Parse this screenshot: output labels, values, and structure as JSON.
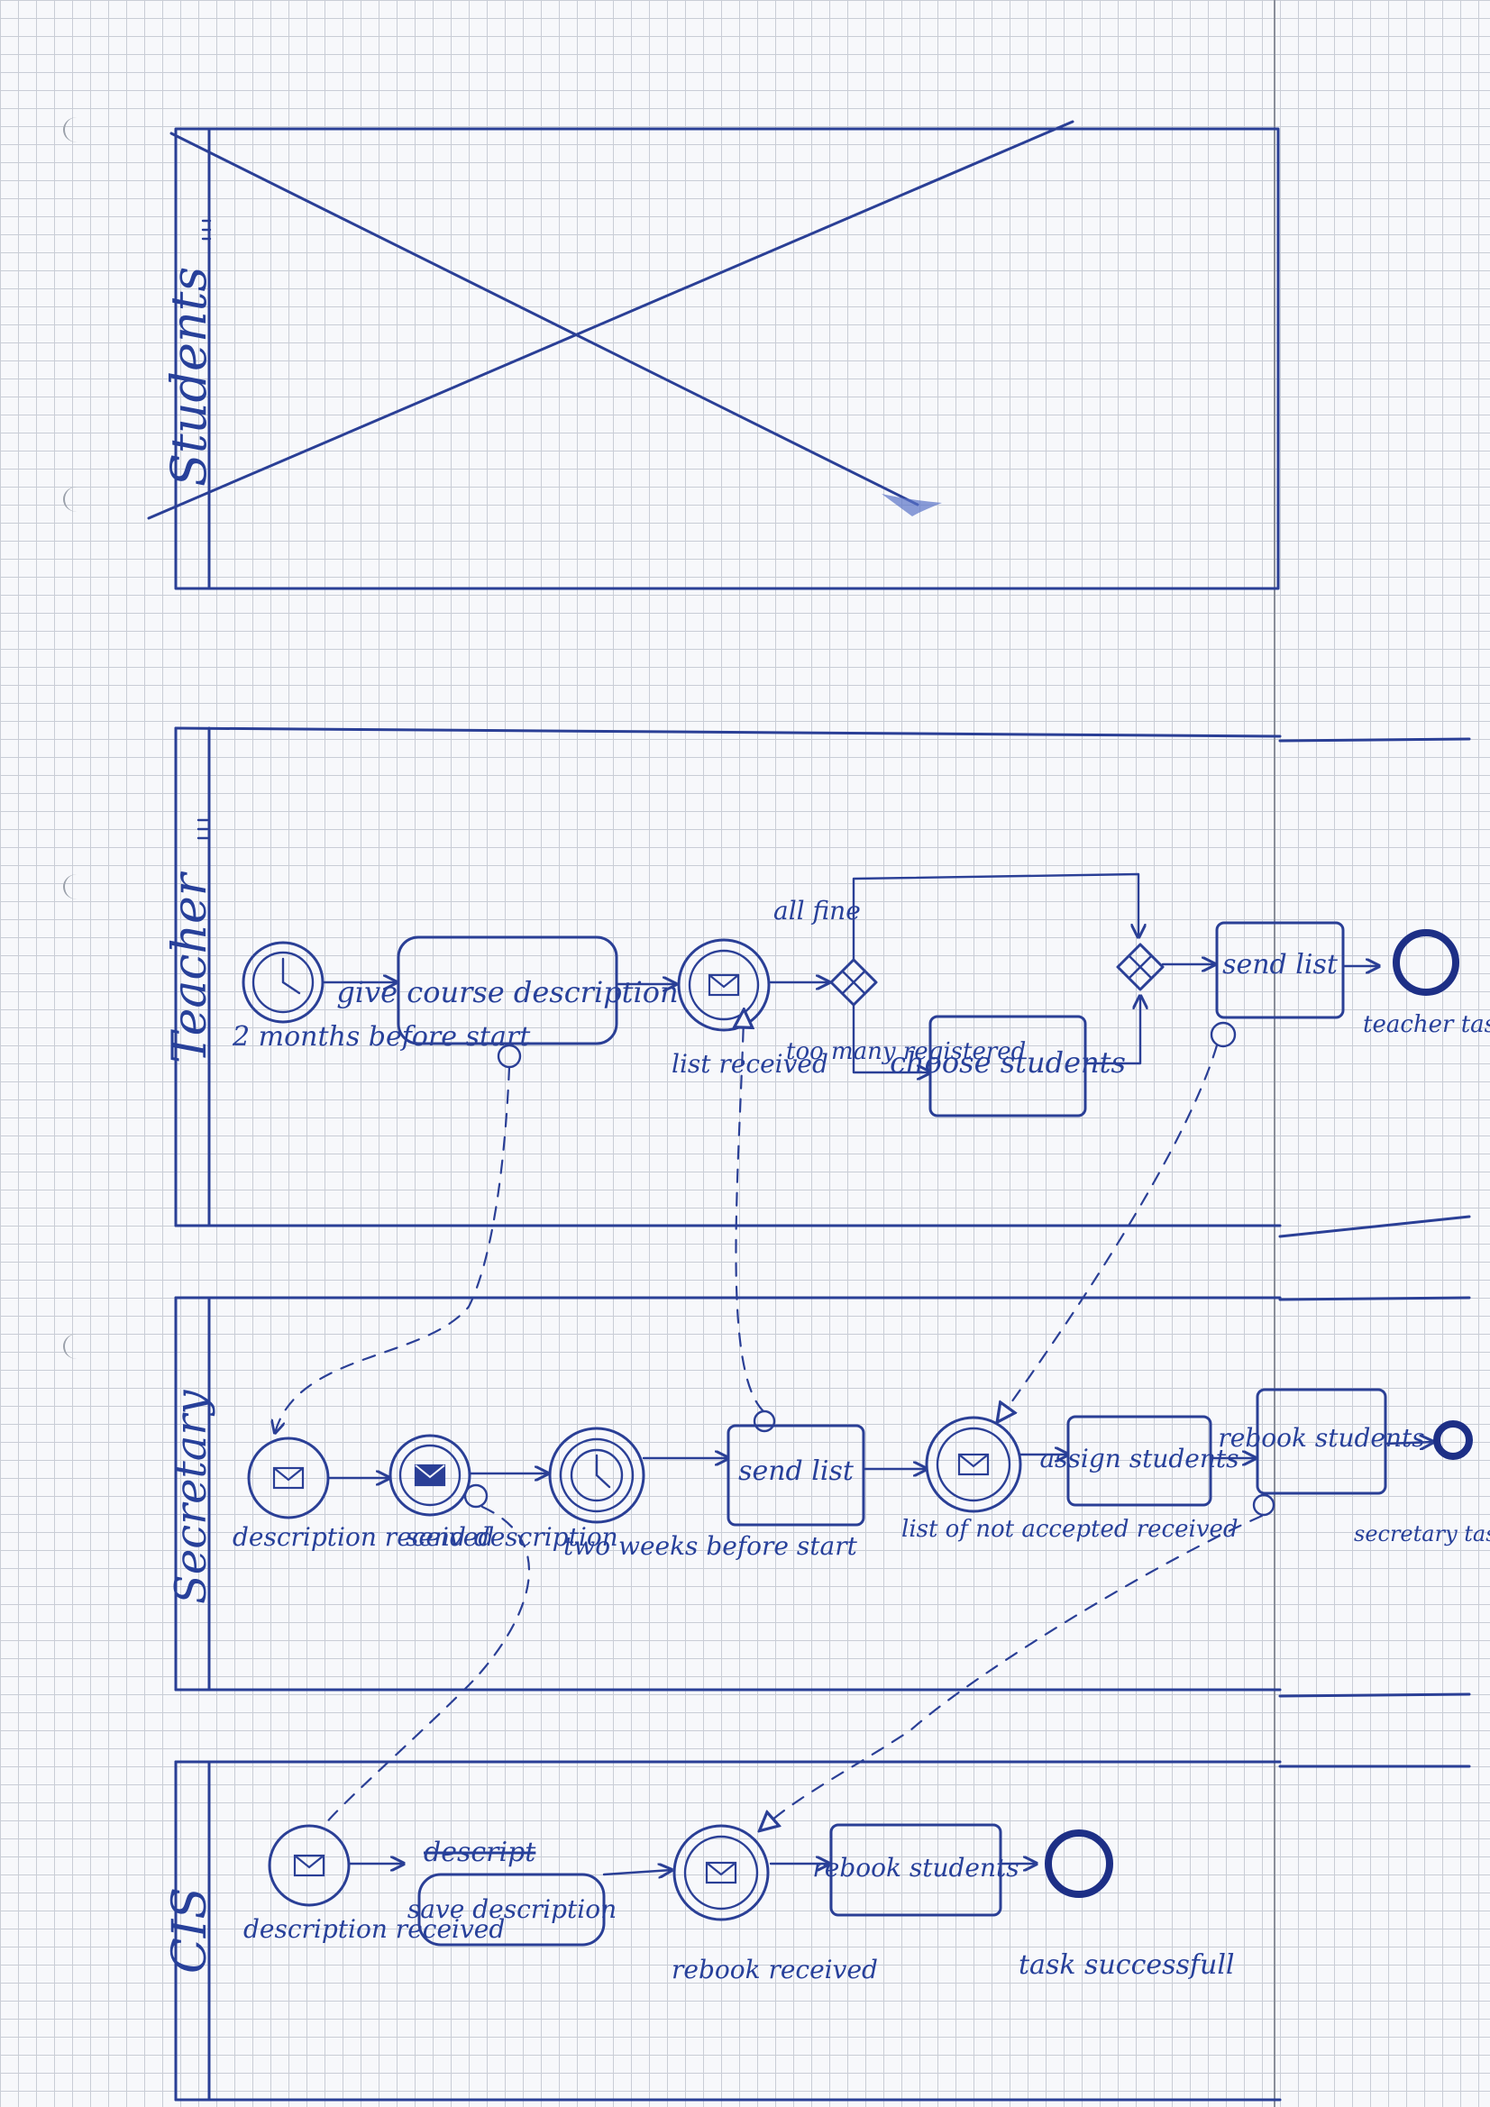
{
  "lanes": {
    "students": "Students",
    "teacher": "Teacher",
    "secretary": "Secretary",
    "cis": "CIS"
  },
  "teacher": {
    "start_event": "2 months before start",
    "task_give_course": "give course description",
    "event_list_received": "list received",
    "gateway_all_fine": "all fine",
    "gateway_too_many": "too many registered",
    "task_choose_students": "choose students",
    "task_send_list": "send list",
    "end_event": "teacher task successfull"
  },
  "secretary": {
    "event_description_received": "description received",
    "event_send_description": "send description",
    "event_two_weeks": "two weeks before start",
    "task_send_list": "send list",
    "event_list_not_accepted": "list of not accepted received",
    "task_assign_students": "assign students",
    "task_rebook_students": "rebook students",
    "end_event": "secretary task finished"
  },
  "cis": {
    "event_description_received": "description received",
    "task_struck_out": "descript",
    "task_save_description": "save description",
    "event_rebook_received": "rebook received",
    "task_rebook_students": "rebook students",
    "end_event": "task successfull"
  },
  "colors": {
    "ink": "#2a3f96",
    "grid": "#c9cdd6",
    "paper": "#f7f8fb"
  }
}
